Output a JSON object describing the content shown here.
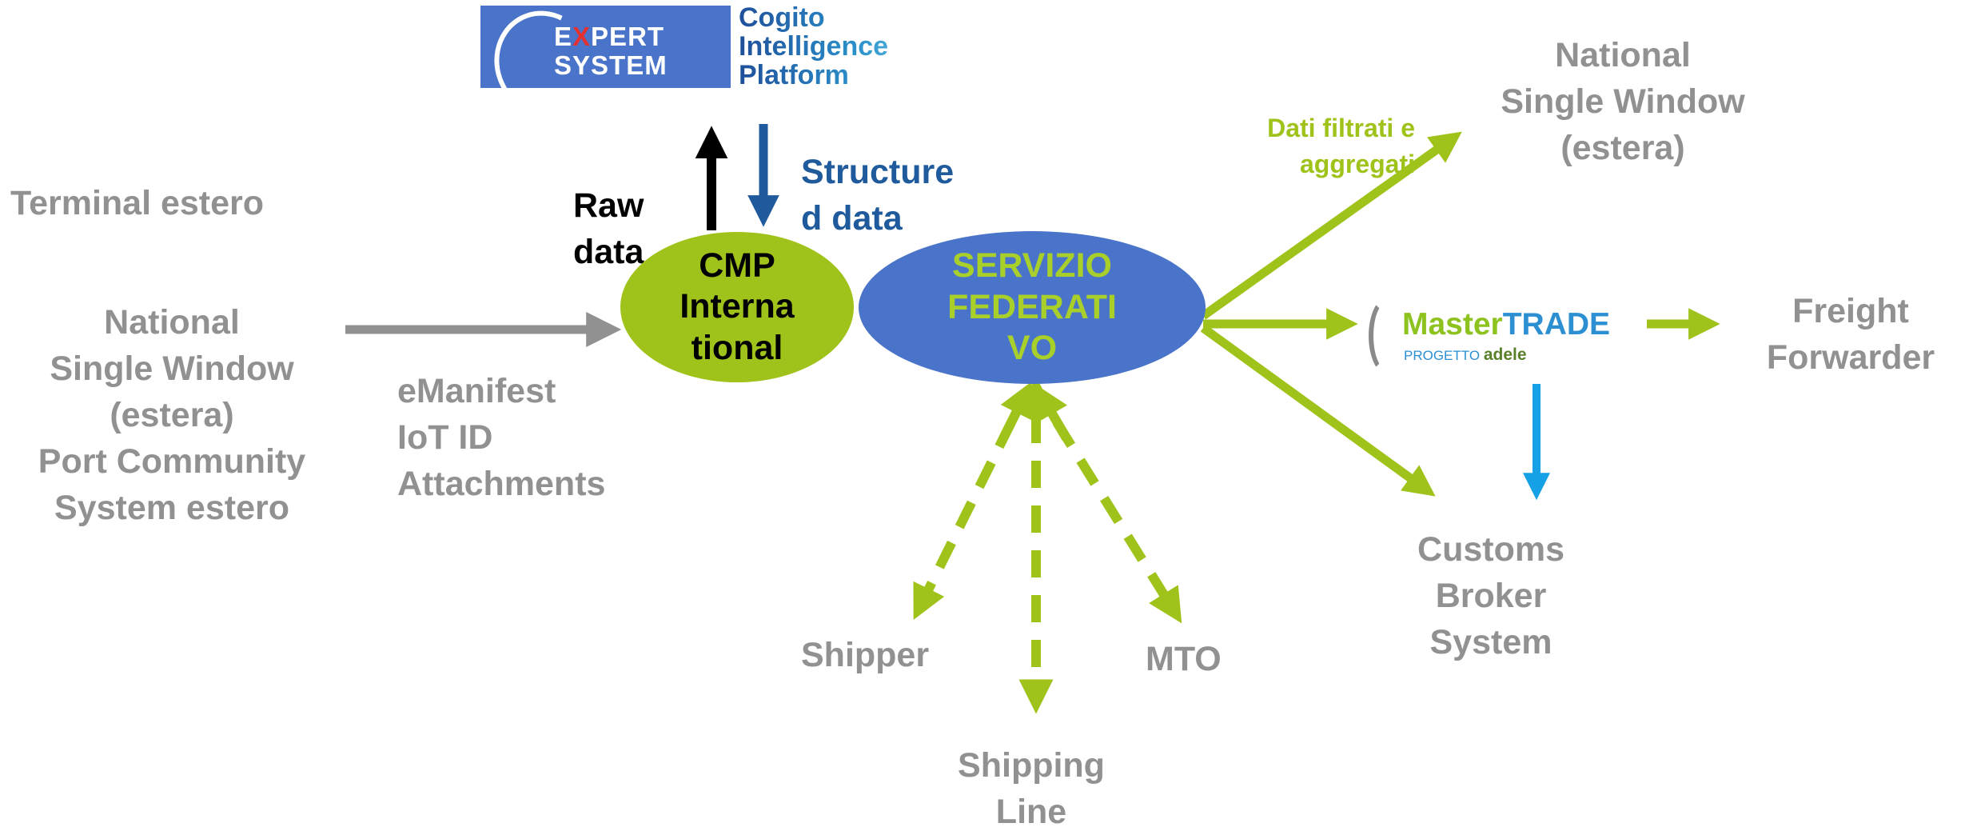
{
  "logos": {
    "expert_system": {
      "line1": "EXPERT",
      "line2": "SYSTEM"
    },
    "cogito": "Cogito\nIntelligence\nPlatform",
    "mastertrade": {
      "master": "Master",
      "trade": "TRADE",
      "progetto": "PROGETTO",
      "adele": "adele"
    }
  },
  "nodes": {
    "terminal_estero": "Terminal estero",
    "nsw_left": "National\nSingle Window\n(estera)\nPort Community\nSystem estero",
    "emanifest": "eManifest\nIoT ID\nAttachments",
    "raw_data": "Raw\ndata",
    "structured_data": "Structure\nd data",
    "cmp": "CMP\nInterna\ntional",
    "servizio": "SERVIZIO\nFEDERATI\nVO",
    "dati_filtrati": "Dati filtrati e\naggregati",
    "nsw_right": "National\nSingle Window\n(estera)",
    "freight_forwarder": "Freight\nForwarder",
    "customs_broker": "Customs\nBroker\nSystem",
    "shipper": "Shipper",
    "mto": "MTO",
    "shipping_line": "Shipping\nLine"
  },
  "colors": {
    "green": "#a0c31b",
    "blue_ellipse": "#4a74c9",
    "grey_text": "#919191",
    "dark_blue": "#1f5a9c",
    "light_blue_arrow": "#16a0e6"
  }
}
